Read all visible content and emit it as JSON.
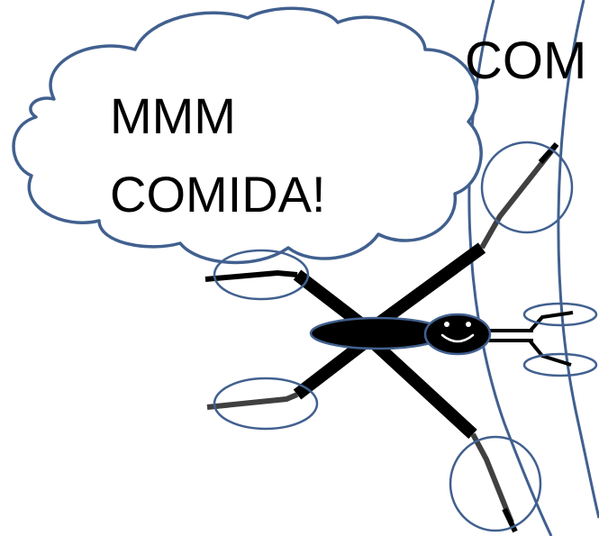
{
  "thought_bubble": {
    "line1": "MMM",
    "line2": "COMIDA!"
  },
  "edge_label": "COM",
  "colors": {
    "outline_blue": "#41608F",
    "body_black": "#000000",
    "leg_grey": "#404040",
    "background": "#FFFFFF"
  },
  "icons": [
    "thought-cloud",
    "smiley-face",
    "stick-figure-legs",
    "joint-circles"
  ]
}
